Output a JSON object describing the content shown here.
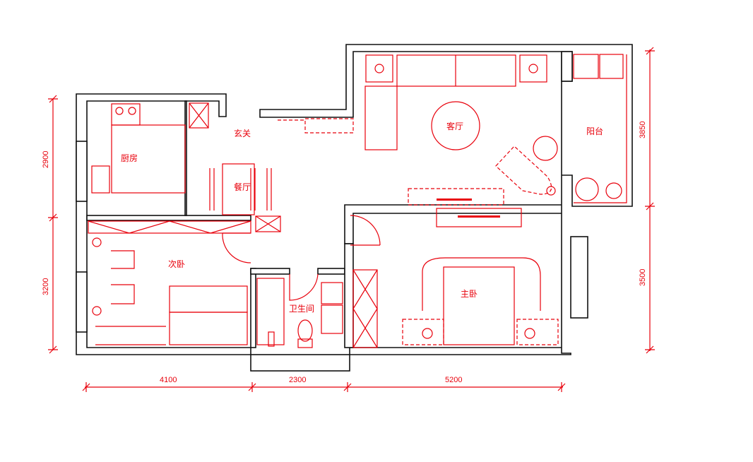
{
  "rooms": {
    "kitchen": "厨房",
    "entrance": "玄关",
    "dining": "餐厅",
    "living": "客厅",
    "balcony": "阳台",
    "second_bedroom": "次卧",
    "bathroom": "卫生间",
    "master_bedroom": "主卧"
  },
  "dimensions": {
    "left": [
      "2900",
      "3200"
    ],
    "bottom": [
      "4100",
      "2300",
      "5200"
    ],
    "right": [
      "3850",
      "3500"
    ]
  },
  "colors": {
    "furniture": "#e8000b",
    "walls": "#111111"
  }
}
